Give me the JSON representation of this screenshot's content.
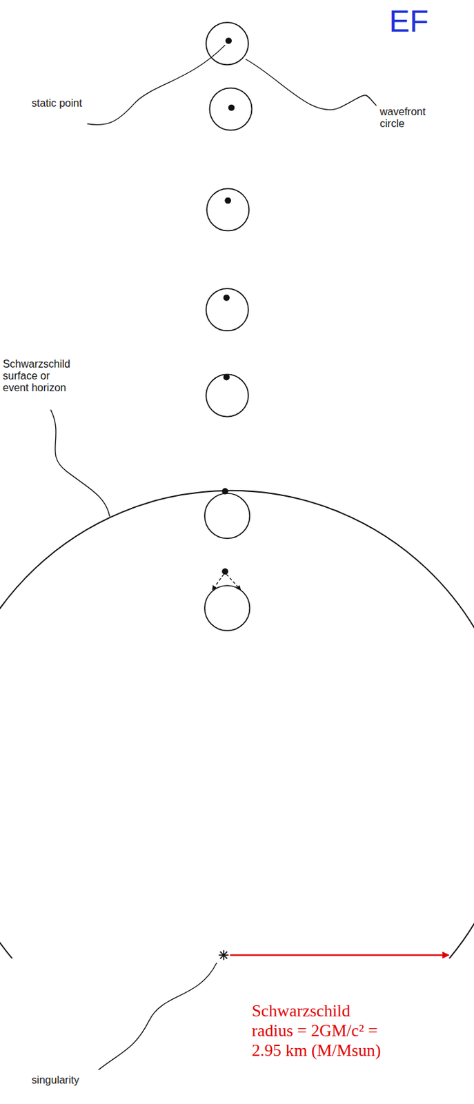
{
  "diagram": {
    "title": "EF",
    "labels": [
      "static point",
      "wavefront circle",
      "Schwarzschild surface or event horizon",
      "singularity",
      "Schwarzschild radius = 2GM/c² = 2.95 km (M/Msun)"
    ]
  }
}
